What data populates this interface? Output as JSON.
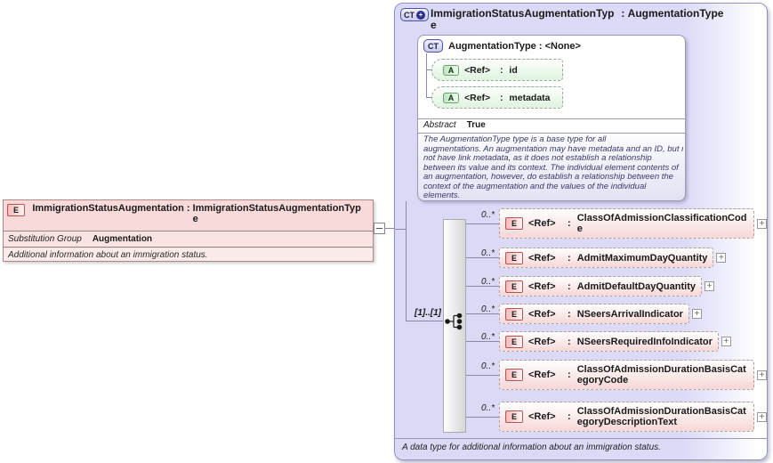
{
  "colors": {
    "element_fill": "#f9dada",
    "attribute_fill": "#dff3df",
    "type_box_fill": "#dbdbf7",
    "element_border": "#b25555",
    "attribute_border": "#6fa06f",
    "type_border": "#5050a0"
  },
  "ui": {
    "ref_label": "<Ref>",
    "colon": ": ",
    "sep": " : ",
    "plus": "+"
  },
  "left_element": {
    "badge": "E",
    "name": "ImmigrationStatusAugmentation",
    "type": "ImmigrationStatusAugmentationType",
    "substitution_group_label": "Substitution Group",
    "substitution_group_value": "Augmentation",
    "description": "Additional information about an immigration status."
  },
  "type_box": {
    "badge": "CT",
    "name": "ImmigrationStatusAugmentationType",
    "base": "AugmentationType",
    "model_cardinality": "[1]..[1]",
    "description": "A data type for additional information about an immigration status.",
    "base_type": {
      "badge": "CT",
      "name": "AugmentationType",
      "none": "<None>",
      "attributes": [
        {
          "badge": "A",
          "name": "id"
        },
        {
          "badge": "A",
          "name": "metadata"
        }
      ],
      "abstract_label": "Abstract",
      "abstract_value": "True",
      "description": "The AugmentationType type is a base type for all\naugmentations. An augmentation may have metadata and an ID, but may\nnot have link metadata, as it does not establish a relationship\nbetween its value and its context. The individual element contents of\nan augmentation, however, do establish a relationship between the\ncontext of the augmentation and the values of the individual\nelements."
    },
    "elements": [
      {
        "cardinality": "0..*",
        "badge": "E",
        "name": "ClassOfAdmissionClassificationCode"
      },
      {
        "cardinality": "0..*",
        "badge": "E",
        "name": "AdmitMaximumDayQuantity"
      },
      {
        "cardinality": "0..*",
        "badge": "E",
        "name": "AdmitDefaultDayQuantity"
      },
      {
        "cardinality": "0..*",
        "badge": "E",
        "name": "NSeersArrivalIndicator"
      },
      {
        "cardinality": "0..*",
        "badge": "E",
        "name": "NSeersRequiredInfoIndicator"
      },
      {
        "cardinality": "0..*",
        "badge": "E",
        "name": "ClassOfAdmissionDurationBasisCategoryCode"
      },
      {
        "cardinality": "0..*",
        "badge": "E",
        "name": "ClassOfAdmissionDurationBasisCategoryDescriptionText"
      }
    ]
  }
}
